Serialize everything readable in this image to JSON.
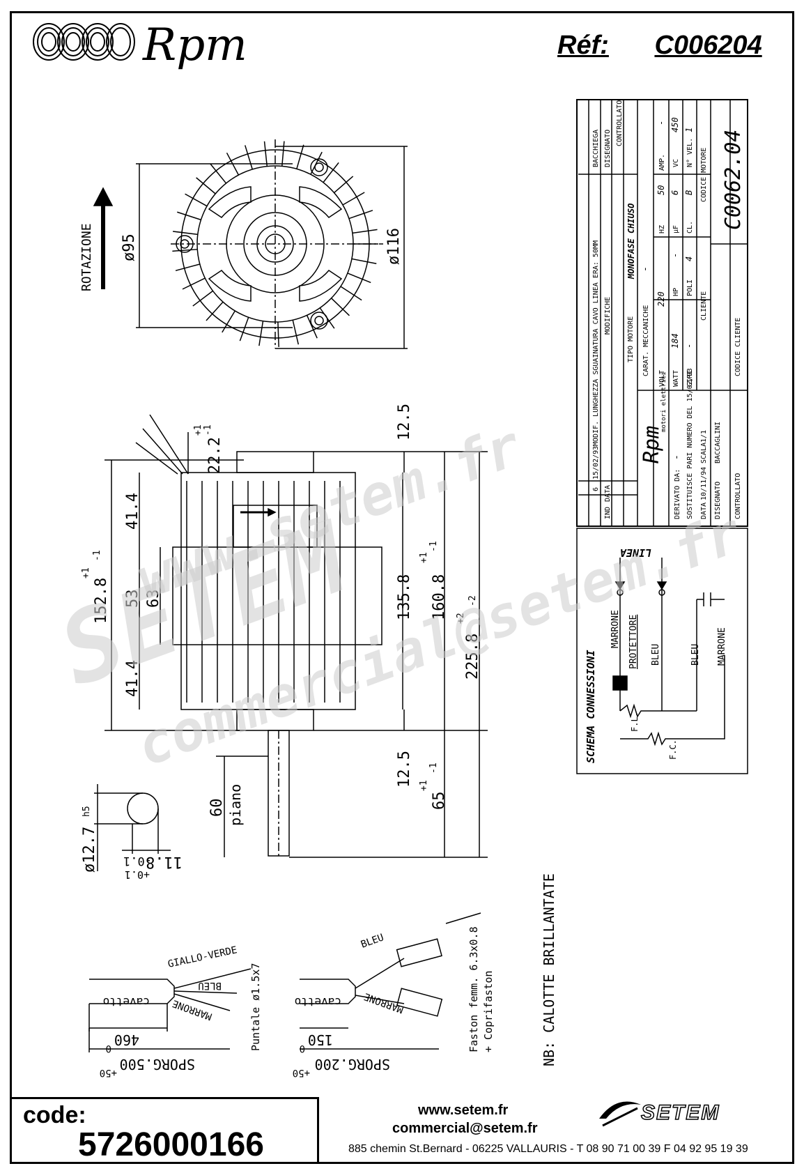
{
  "header": {
    "logo_text": "Rpm",
    "ref_label": "Réf:",
    "ref_value": "C006204"
  },
  "drawing": {
    "rotation_label": "ROTAZIONE",
    "front_view_dims": [
      "ø95",
      "ø116"
    ],
    "side_view_dims": [
      "22.2",
      "+1",
      "-1",
      "41.4",
      "53",
      "63",
      "41.4",
      "152.8",
      "+1",
      "-1",
      "12.5",
      "135.8",
      "12.5",
      "160.8",
      "+1",
      "-1",
      "225.8",
      "+2",
      "-2",
      "60",
      "piano",
      "65",
      "+1",
      "-1"
    ],
    "shaft_dims": [
      "h5",
      "ø12.7",
      "11.8",
      "-0.1",
      "+0.1"
    ],
    "cable_left": {
      "labels": [
        "GIALLO-VERDE",
        "BLEU",
        "MARRONE",
        "cavetto"
      ],
      "dim_460": "460",
      "sporg": "SPORG.500",
      "sporg_tol_top": "0",
      "sporg_tol_bottom": "+50",
      "puntale": "Puntale ø1.5x7"
    },
    "cable_right": {
      "labels": [
        "BLEU",
        "MARRONE",
        "cavetto"
      ],
      "dim_150": "150",
      "sporg": "SPORG.200",
      "sporg_tol_top": "0",
      "sporg_tol_bottom": "+50",
      "faston1": "Faston femm. 6.3x0.8",
      "faston2": "+ Coprifaston"
    },
    "note": "NB: CALOTTE BRILLANTATE"
  },
  "schema": {
    "title": "SCHEMA CONNESSIONI",
    "linea": "LINEA",
    "labels": [
      "MARRONE",
      "PROTETTORE",
      "BLEU",
      "BLEU",
      "MARRONE",
      "F.L.",
      "F.C."
    ]
  },
  "title_block": {
    "rev_row": [
      "6",
      "15/02/93",
      "MODIF. LUNGHEZZA SGUAINATURA CAVO LINEA ERA: 50MM"
    ],
    "head_row": [
      "IND",
      "DATA",
      "MODIFICHE",
      "DISEGNATO",
      "CONTROLLATO",
      "BACCHIEGA"
    ],
    "rpm_logo": "Rpm",
    "rpm_sub": "motori elettrici",
    "tipo_motore_label": "TIPO MOTORE",
    "tipo_motore_value": "MONOFASE CHIUSO",
    "carat_meccaniche": "CARAT. MECCANICHE",
    "carat_value": "-",
    "derivato_da": "DERIVATO DA:",
    "derivato_value": "-",
    "sostituisce": "SOSTITUISCE PARI NUMERO DEL 15/02/93",
    "data_label": "DATA",
    "data_value": "10/11/94",
    "scala_label": "SCALA",
    "scala_value": "1/1",
    "disegnato_label": "DISEGNATO",
    "disegnato_value": "BACCAGLINI",
    "controllato_label": "CONTROLLATO",
    "volt_label": "VOLT",
    "volt_value": "220",
    "hz_label": "HZ",
    "hz_value": "50",
    "amp_label": "AMP.",
    "amp_value": "-",
    "watt_label": "WATT",
    "watt_value": "184",
    "hp_label": "HP",
    "hp_value": "-",
    "uf_label": "µF",
    "uf_value": "6",
    "vc_label": "VC",
    "vc_value": "450",
    "giri_label": "GIRI",
    "giri_value": "-",
    "poli_label": "POLI",
    "poli_value": "4",
    "cl_label": "CL.",
    "cl_value": "B",
    "nvel_label": "N° VEL.",
    "nvel_value": "1",
    "cliente_label": "CLIENTE",
    "codice_cliente_label": "CODICE CLIENTE",
    "codice_motore_label": "CODICE MOTORE",
    "codice_motore_value": "C0062.04"
  },
  "watermark": {
    "line1": "www.setem.fr",
    "line2": "SETEM",
    "line3": "commercial@setem.fr"
  },
  "footer": {
    "code_label": "code:",
    "code_value": "5726000166",
    "web": "www.setem.fr",
    "mail": "commercial@setem.fr",
    "address": "885 chemin St.Bernard  -  06225 VALLAURIS  -  T 08 90 71 00 39   F 04 92 95 19 39",
    "brand": "SETEM"
  }
}
